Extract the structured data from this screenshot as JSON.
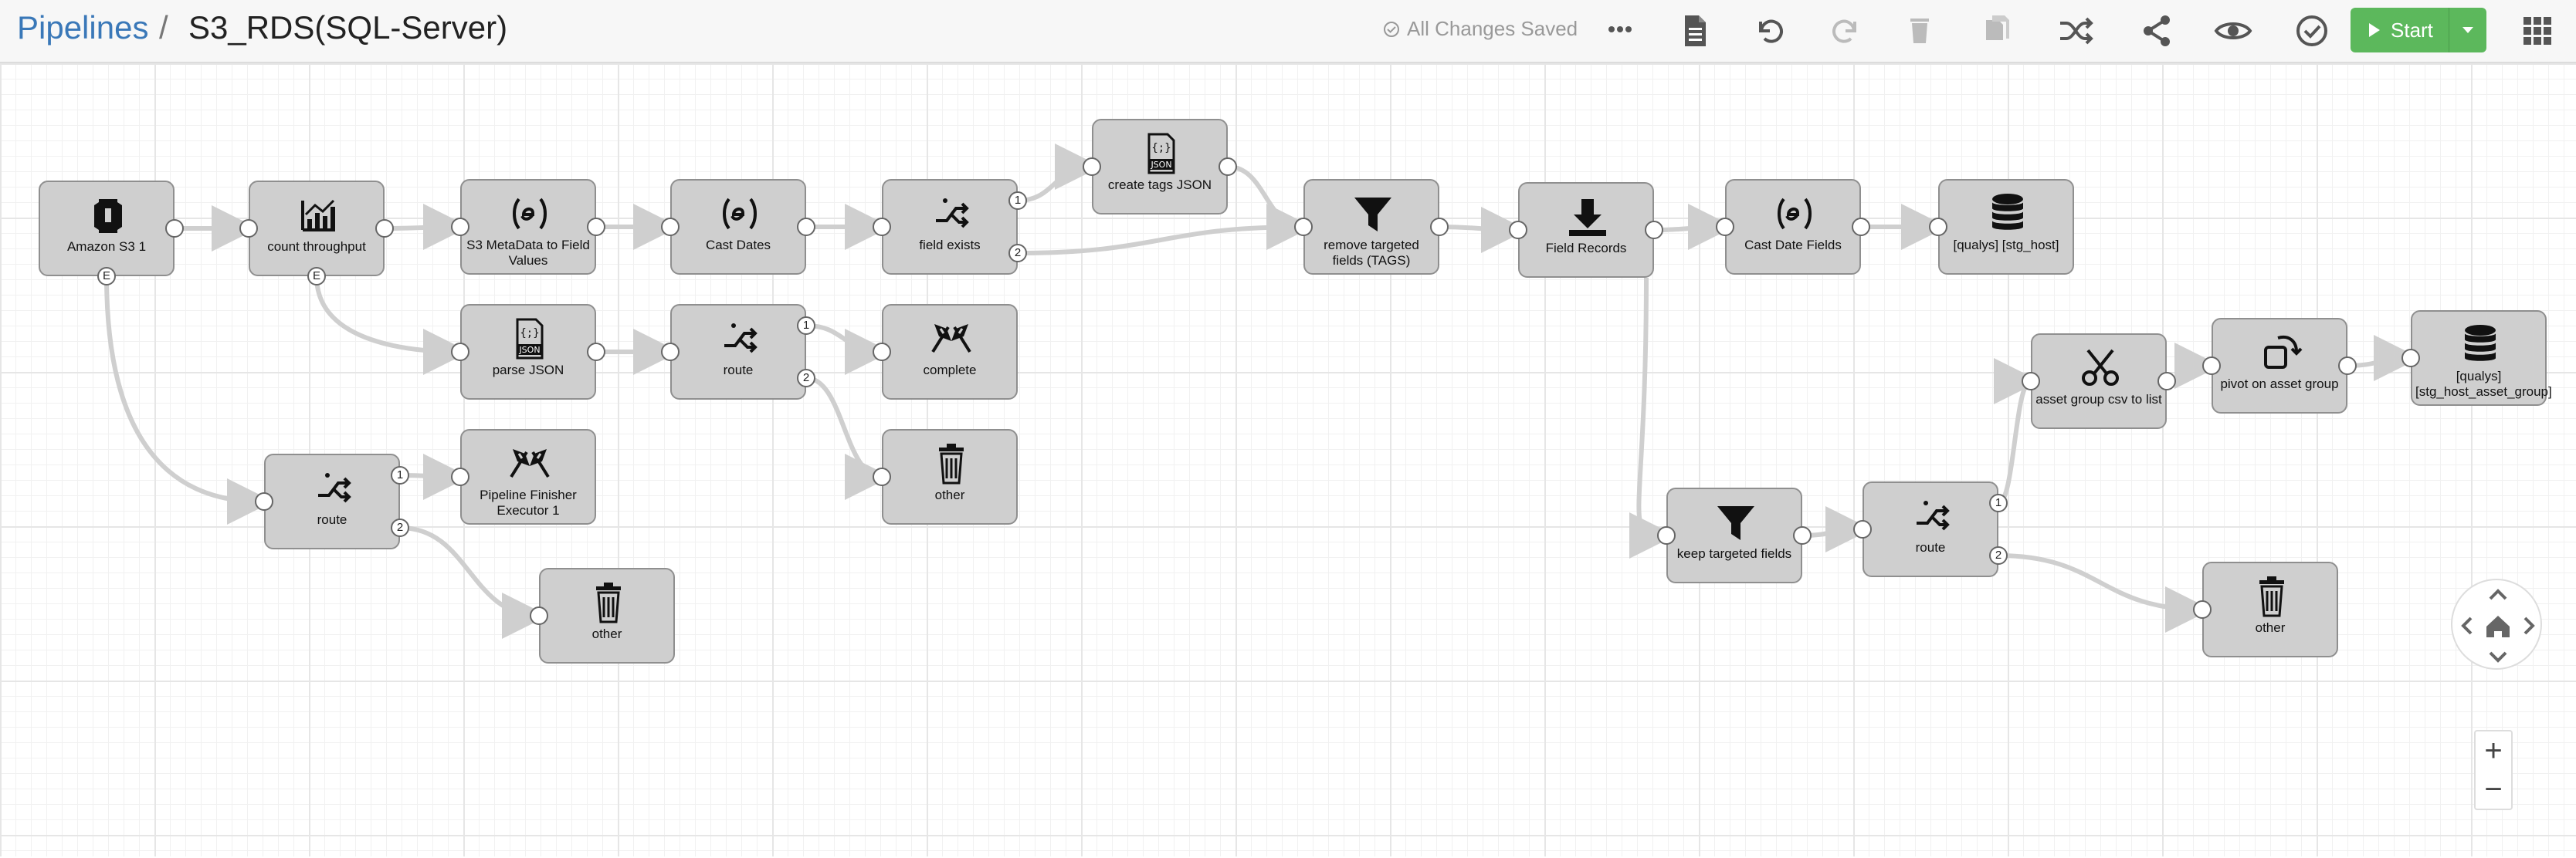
{
  "header": {
    "breadcrumb_link": "Pipelines",
    "separator": "/",
    "pipeline_title": "S3_RDS(SQL-Server)",
    "save_status": "All Changes Saved",
    "start_label": "Start",
    "toolbar_icons": [
      "more-icon",
      "config-file-icon",
      "undo-icon",
      "redo-icon",
      "delete-icon",
      "duplicate-icon",
      "shuffle-icon",
      "share-icon",
      "preview-icon",
      "validate-icon"
    ]
  },
  "nodes": [
    {
      "id": "amazon-s3",
      "label": "Amazon S3 1",
      "icon": "s3-bucket-icon"
    },
    {
      "id": "count-throughput",
      "label": "count throughput",
      "icon": "chart-icon"
    },
    {
      "id": "s3-metadata",
      "label": "S3 MetaData to Field Values",
      "icon": "expression-icon"
    },
    {
      "id": "cast-dates",
      "label": "Cast Dates",
      "icon": "expression-icon"
    },
    {
      "id": "field-exists",
      "label": "field exists",
      "icon": "route-icon"
    },
    {
      "id": "create-tags",
      "label": "create tags JSON",
      "icon": "json-icon"
    },
    {
      "id": "remove-targeted",
      "label": "remove targeted fields (TAGS)",
      "icon": "filter-icon"
    },
    {
      "id": "field-records",
      "label": "Field Records",
      "icon": "download-icon"
    },
    {
      "id": "cast-date-fields",
      "label": "Cast Date Fields",
      "icon": "expression-icon"
    },
    {
      "id": "stg-host",
      "label": "[qualys] [stg_host]",
      "icon": "database-icon"
    },
    {
      "id": "parse-json",
      "label": "parse JSON",
      "icon": "json-icon"
    },
    {
      "id": "route-mid",
      "label": "route",
      "icon": "route-icon"
    },
    {
      "id": "complete",
      "label": "complete",
      "icon": "finish-flags-icon"
    },
    {
      "id": "other-mid",
      "label": "other",
      "icon": "trash-icon"
    },
    {
      "id": "route-left",
      "label": "route",
      "icon": "route-icon"
    },
    {
      "id": "finisher",
      "label": "Pipeline Finisher Executor 1",
      "icon": "finish-flags-icon"
    },
    {
      "id": "other-left",
      "label": "other",
      "icon": "trash-icon"
    },
    {
      "id": "keep-targeted",
      "label": "keep targeted fields",
      "icon": "filter-icon"
    },
    {
      "id": "route-right",
      "label": "route",
      "icon": "route-icon"
    },
    {
      "id": "asset-group-csv",
      "label": "asset group csv to list",
      "icon": "scissors-icon"
    },
    {
      "id": "pivot",
      "label": "pivot on asset group",
      "icon": "pivot-icon"
    },
    {
      "id": "stg-host-asset",
      "label": "[qualys] [stg_host_asset_group]",
      "icon": "database-icon"
    },
    {
      "id": "other-right",
      "label": "other",
      "icon": "trash-icon"
    }
  ],
  "port_labels": {
    "error": "E",
    "out1": "1",
    "out2": "2"
  },
  "zoom": {
    "in": "+",
    "out": "−"
  }
}
